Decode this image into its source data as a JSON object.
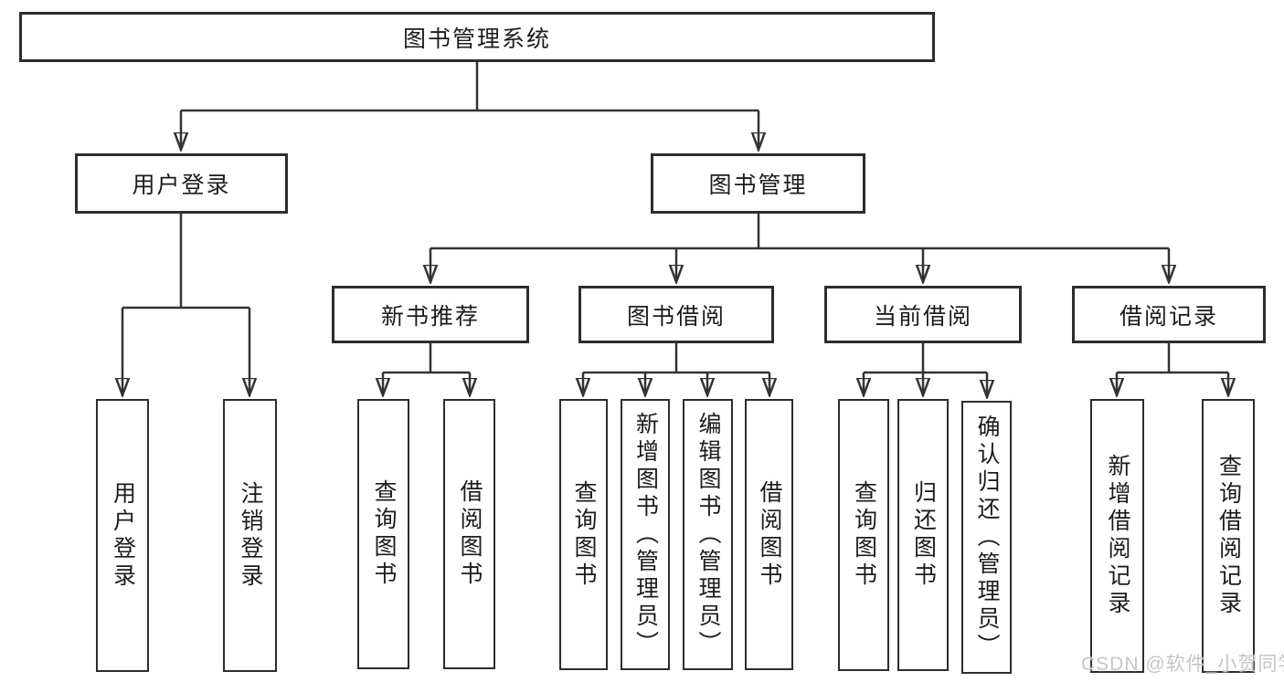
{
  "tree": {
    "root": "图书管理系统",
    "branches": [
      {
        "label": "用户登录",
        "children": [
          "用户登录",
          "注销登录"
        ]
      },
      {
        "label": "图书管理",
        "sections": [
          {
            "label": "新书推荐",
            "children": [
              "查询图书",
              "借阅图书"
            ]
          },
          {
            "label": "图书借阅",
            "children": [
              "查询图书",
              "新增图书（管理员）",
              "编辑图书（管理员）",
              "借阅图书"
            ]
          },
          {
            "label": "当前借阅",
            "children": [
              "查询图书",
              "归还图书",
              "确认归还（管理员）"
            ]
          },
          {
            "label": "借阅记录",
            "children": [
              "新增借阅记录",
              "查询借阅记录"
            ]
          }
        ]
      }
    ]
  },
  "watermark": "CSDN @软件_小贺同学",
  "colors": {
    "bg": "#ffffff",
    "border": "#2d2d2d",
    "line": "#333333",
    "text": "#1c1c1c",
    "watermark": "#c6c6c6"
  }
}
